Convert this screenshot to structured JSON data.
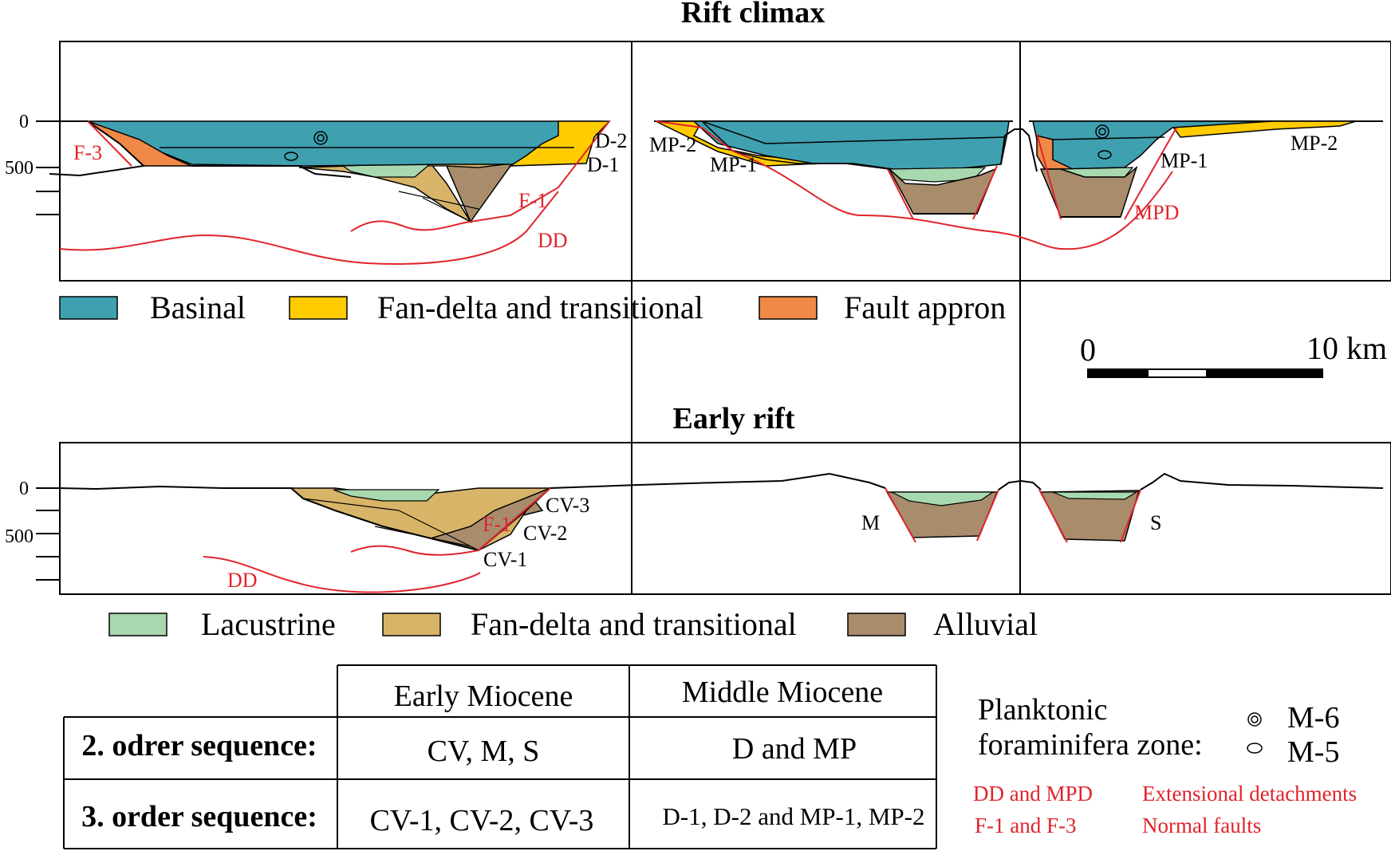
{
  "titles": {
    "top": "Rift climax",
    "bottom": "Early rift"
  },
  "depth_axis": {
    "zero": "0",
    "five_hundred": "500"
  },
  "scale_bar": {
    "start": "0",
    "end": "10 km"
  },
  "top_section_labels": {
    "f3": "F-3",
    "d2": "D-2",
    "d1": "D-1",
    "f1": "F-1",
    "dd": "DD",
    "mp2_left": "MP-2",
    "mp1_left": "MP-1",
    "mp1_right": "MP-1",
    "mp2_right": "MP-2",
    "mpd": "MPD"
  },
  "bottom_section_labels": {
    "cv3": "CV-3",
    "cv2": "CV-2",
    "cv1": "CV-1",
    "f1": "F-1",
    "dd": "DD",
    "m": "M",
    "s": "S"
  },
  "legend_top": [
    {
      "label": "Basinal",
      "color": "#3fa0b0"
    },
    {
      "label": "Fan-delta and transitional",
      "color": "#ffcc00"
    },
    {
      "label": "Fault appron",
      "color": "#f08848"
    }
  ],
  "legend_bottom": [
    {
      "label": "Lacustrine",
      "color": "#a8d8b0"
    },
    {
      "label": "Fan-delta and transitional",
      "color": "#d8b468"
    },
    {
      "label": "Alluvial",
      "color": "#a88c6c"
    }
  ],
  "table": {
    "col1": "Early Miocene",
    "col2": "Middle Miocene",
    "rows": [
      {
        "label": "2. odrer sequence:",
        "early": "CV, M, S",
        "middle": "D and MP"
      },
      {
        "label": "3. order sequence:",
        "early": "CV-1, CV-2, CV-3",
        "middle": "D-1, D-2 and MP-1, MP-2"
      }
    ]
  },
  "foraminifera": {
    "line1": "Planktonic",
    "line2": "foraminifera zone:",
    "m6": "M-6",
    "m5": "M-5"
  },
  "faults_legend": {
    "a_key": "DD and MPD",
    "a_val": "Extensional detachments",
    "b_key": "F-1 and F-3",
    "b_val": "Normal faults"
  },
  "colors": {
    "basinal": "#3fa0b0",
    "fan_yellow": "#ffcc00",
    "fault_apron": "#f08848",
    "lacustrine": "#a8d8b0",
    "fan_tan": "#d8b468",
    "alluvial": "#a88c6c",
    "fault_red": "#e0242b"
  }
}
